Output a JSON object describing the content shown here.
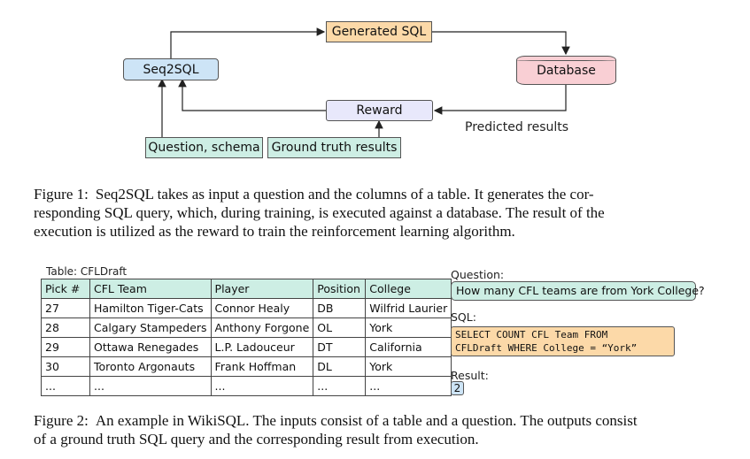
{
  "diagram": {
    "seq2sql": "Seq2SQL",
    "generated_sql": "Generated SQL",
    "database": "Database",
    "reward": "Reward",
    "predicted_results": "Predicted results",
    "question_schema": "Question, schema",
    "ground_truth": "Ground truth results"
  },
  "figure1": {
    "label": "Figure 1:",
    "line1": "Seq2SQL takes as input a question and the columns of a table. It generates the cor-",
    "line2": "responding SQL query, which, during training, is executed against a database. The result of the",
    "line3": "execution is utilized as the reward to train the reinforcement learning algorithm."
  },
  "table": {
    "title": "Table: CFLDraft",
    "headers": [
      "Pick #",
      "CFL Team",
      "Player",
      "Position",
      "College"
    ],
    "rows": [
      [
        "27",
        "Hamilton Tiger-Cats",
        "Connor Healy",
        "DB",
        "Wilfrid Laurier"
      ],
      [
        "28",
        "Calgary Stampeders",
        "Anthony Forgone",
        "OL",
        "York"
      ],
      [
        "29",
        "Ottawa Renegades",
        "L.P. Ladouceur",
        "DT",
        "California"
      ],
      [
        "30",
        "Toronto Argonauts",
        "Frank Hoffman",
        "DL",
        "York"
      ],
      [
        "...",
        "...",
        "...",
        "...",
        "..."
      ]
    ]
  },
  "example": {
    "question_label": "Question:",
    "question": "How many CFL teams are from York College?",
    "sql_label": "SQL:",
    "sql_line1": "SELECT COUNT CFL Team FROM",
    "sql_line2": "CFLDraft WHERE College = “York”",
    "result_label": "Result:",
    "result": "2"
  },
  "figure2": {
    "label": "Figure 2:",
    "line1": "An example in WikiSQL. The inputs consist of a table and a question. The outputs consist",
    "line2": "of a ground truth SQL query and the corresponding result from execution."
  },
  "colors": {
    "blue_node": "#cde4f6",
    "orange_node": "#fcd9a8",
    "pink_node": "#f9cfd4",
    "lavender_node": "#e8e8fb",
    "green_node": "#cdeee4"
  }
}
